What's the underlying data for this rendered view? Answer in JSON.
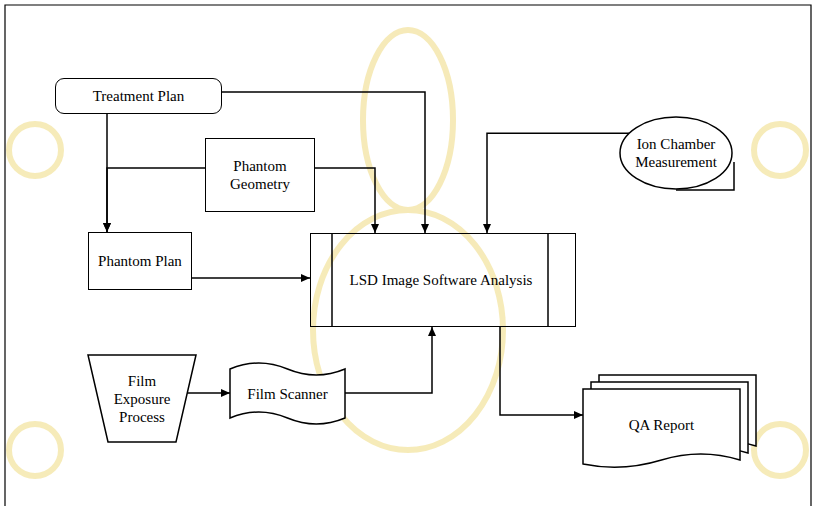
{
  "diagram": {
    "nodes": [
      {
        "text": [
          "Treatment Plan"
        ]
      },
      {
        "text": [
          "Phantom Geometry"
        ]
      },
      {
        "text": [
          "Phantom Plan"
        ]
      },
      {
        "text": [
          "LSD Image Software Analysis"
        ]
      },
      {
        "text": [
          "Ion Chamber Measurement"
        ]
      },
      {
        "text": [
          "Film Exposure Process"
        ]
      },
      {
        "text": [
          "Film Scanner"
        ]
      },
      {
        "text": [
          "QA Report"
        ]
      }
    ],
    "edges": [
      {
        "from": 0,
        "to": 2,
        "arrow": "to"
      },
      {
        "from": 1,
        "to": 2,
        "arrow": "to"
      },
      {
        "from": 0,
        "to": 3,
        "arrow": "to"
      },
      {
        "from": 1,
        "to": 3,
        "arrow": "to"
      },
      {
        "from": 4,
        "to": 3,
        "arrow": "to"
      },
      {
        "from": 2,
        "to": 3,
        "arrow": "to"
      },
      {
        "from": 5,
        "to": 6,
        "arrow": "to"
      },
      {
        "from": 6,
        "to": 3,
        "arrow": "to"
      },
      {
        "from": 3,
        "to": 7,
        "arrow": "to"
      }
    ]
  }
}
